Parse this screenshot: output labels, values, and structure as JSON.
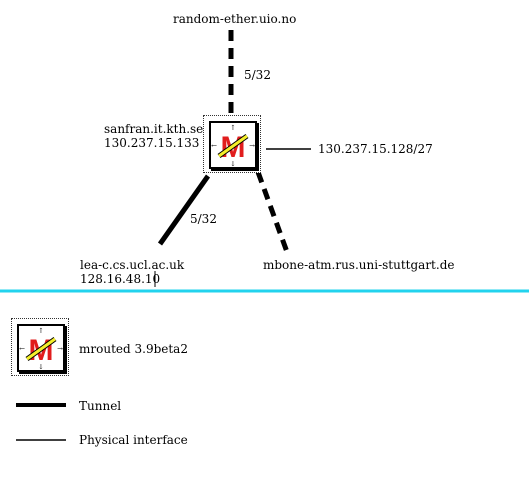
{
  "diagram": {
    "nodes": {
      "random_ether": "random-ether.uio.no",
      "router_name": "sanfran.it.kth.se",
      "router_ip": "130.237.15.133",
      "subnet": "130.237.15.128/27",
      "ucl_name": "lea-c.cs.ucl.ac.uk",
      "ucl_ip": "128.16.48.10",
      "stuttgart": "mbone-atm.rus.uni-stuttgart.de"
    },
    "edge_labels": {
      "top_tunnel": "5/32",
      "ucl_tunnel": "5/32"
    },
    "colors": {
      "separator": "#22d3ee",
      "logo_red": "#e11d1d",
      "logo_bone": "#f4ee2a"
    }
  },
  "legend": {
    "router_label": "mrouted 3.9beta2",
    "tunnel_label": "Tunnel",
    "physical_label": "Physical interface"
  }
}
